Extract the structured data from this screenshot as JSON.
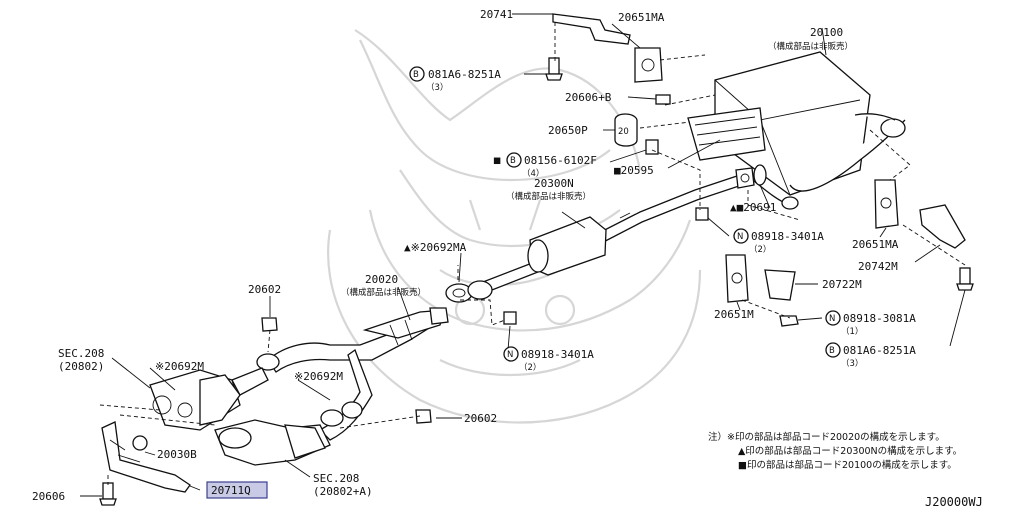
{
  "diagram_code": "J20000WJ",
  "labels": {
    "p20741": "20741",
    "p20651MA_top": "20651MA",
    "p20100": "20100",
    "p20100_note": "（構成部品は非販売）",
    "bolt_081A6_top": "081A6-8251A",
    "bolt_081A6_top_qty": "（3）",
    "p20606B": "20606+B",
    "p20650P": "20650P",
    "bolt_08156": "08156-6102F",
    "bolt_08156_qty": "（4）",
    "p20595": "■20595",
    "p20300N": "20300N",
    "p20300N_note": "（構成部品は非販売）",
    "p20691": "▲■20691",
    "p20692MA": "▲※20692MA",
    "nut_08918_3401A_r": "08918-3401A",
    "nut_08918_3401A_r_qty": "（2）",
    "p20651MA_r": "20651MA",
    "p20742M": "20742M",
    "p20020": "20020",
    "p20020_note": "（構成部品は非販売）",
    "p20602_a": "20602",
    "p20722M": "20722M",
    "p20651M": "20651M",
    "nut_08918_3081A": "08918-3081A",
    "nut_08918_3081A_qty": "（1）",
    "sec208_a": "SEC.208",
    "sec208_a_ref": "(20802)",
    "p20692M_a": "※20692M",
    "p20692M_b": "※20692M",
    "nut_08918_3401A_c": "08918-3401A",
    "nut_08918_3401A_c_qty": "（2）",
    "bolt_081A6_bottom": "081A6-8251A",
    "bolt_081A6_bottom_qty": "（3）",
    "p20602_b": "20602",
    "p20030B": "20030B",
    "sec208_b": "SEC.208",
    "sec208_b_ref": "(20802+A)",
    "p20711Q": "20711Q",
    "p20606": "20606"
  },
  "prefix_marks": {
    "bolt": "B",
    "nut": "N",
    "square": "■"
  },
  "notes": [
    "注）※印の部品は部品コード20020の構成を示します。",
    "▲印の部品は部品コード20300Nの構成を示します。",
    "■印の部品は部品コード20100の構成を示します。"
  ],
  "highlight_color": "#c9cbe6",
  "watermark": "samurai-crest"
}
